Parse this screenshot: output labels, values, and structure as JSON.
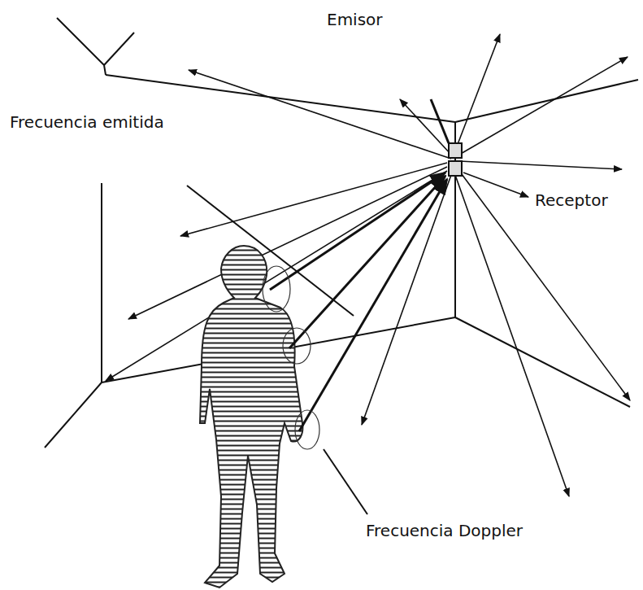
{
  "diagram": {
    "labels": [
      "Emisor",
      "Frecuencia emitida",
      "Receptor",
      "Frecuencia Doppler"
    ]
  }
}
